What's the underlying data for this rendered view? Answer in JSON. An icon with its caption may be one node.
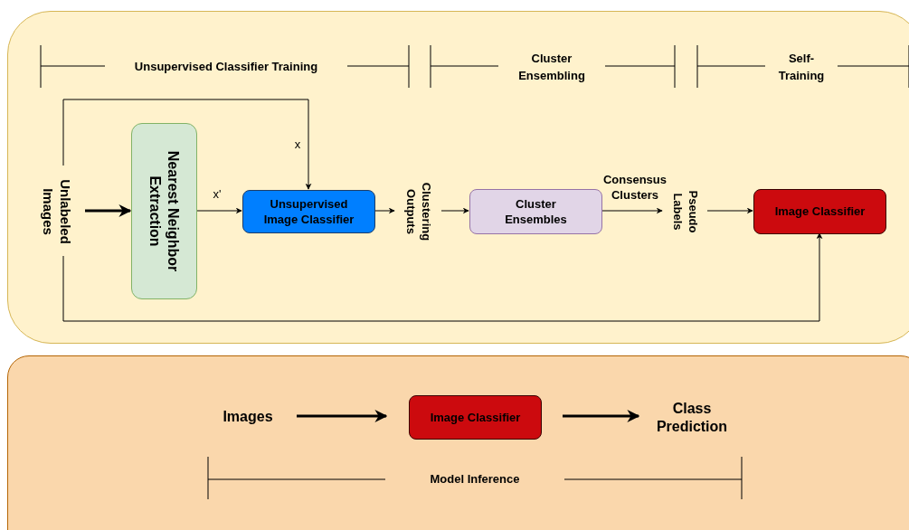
{
  "diagram": {
    "nodes": [
      {
        "text": [],
        "shape": "box"
      },
      {
        "text": [
          "Unlabeled Images"
        ],
        "in": 0
      },
      {
        "text": [
          "Nearest Neighbor Extraction"
        ],
        "in": 0
      },
      {
        "text": [
          "Unsupervised Image Classifier"
        ],
        "in": 0
      },
      {
        "text": [
          "Clustering Outputs"
        ],
        "in": 0
      },
      {
        "text": [
          "Cluster Ensembles"
        ],
        "in": 0
      },
      {
        "text": [
          "Pseudo Labels"
        ],
        "in": 0
      },
      {
        "text": [
          "Image Classifier"
        ],
        "in": 0
      },
      {
        "text": [],
        "shape": "box"
      },
      {
        "text": [
          "Images"
        ],
        "in": 8
      },
      {
        "text": [
          "Image Classifier"
        ],
        "in": 8
      },
      {
        "text": [
          "Class Prediction"
        ],
        "in": 8
      }
    ],
    "edges": [
      {
        "from": 1,
        "to": 2,
        "arrow": "to",
        "style": "thick"
      },
      {
        "from": 1,
        "to": 3,
        "arrow": "to",
        "label": "x"
      },
      {
        "from": 1,
        "to": 7,
        "arrow": "to"
      },
      {
        "from": 2,
        "to": 3,
        "arrow": "to",
        "label": "x'"
      },
      {
        "from": 3,
        "to": 4,
        "arrow": "to"
      },
      {
        "from": 4,
        "to": 5,
        "arrow": "to"
      },
      {
        "from": 5,
        "to": 6,
        "arrow": "to",
        "label": "Consensus Clusters"
      },
      {
        "from": 6,
        "to": 7,
        "arrow": "to"
      },
      {
        "from": 9,
        "to": 10,
        "arrow": "to",
        "style": "thick"
      },
      {
        "from": 10,
        "to": 11,
        "arrow": "to",
        "style": "thick"
      }
    ],
    "labels": [
      "Unsupervised Classifier Training",
      "Cluster Ensembling",
      "Self-Training",
      "Model Inference"
    ]
  }
}
